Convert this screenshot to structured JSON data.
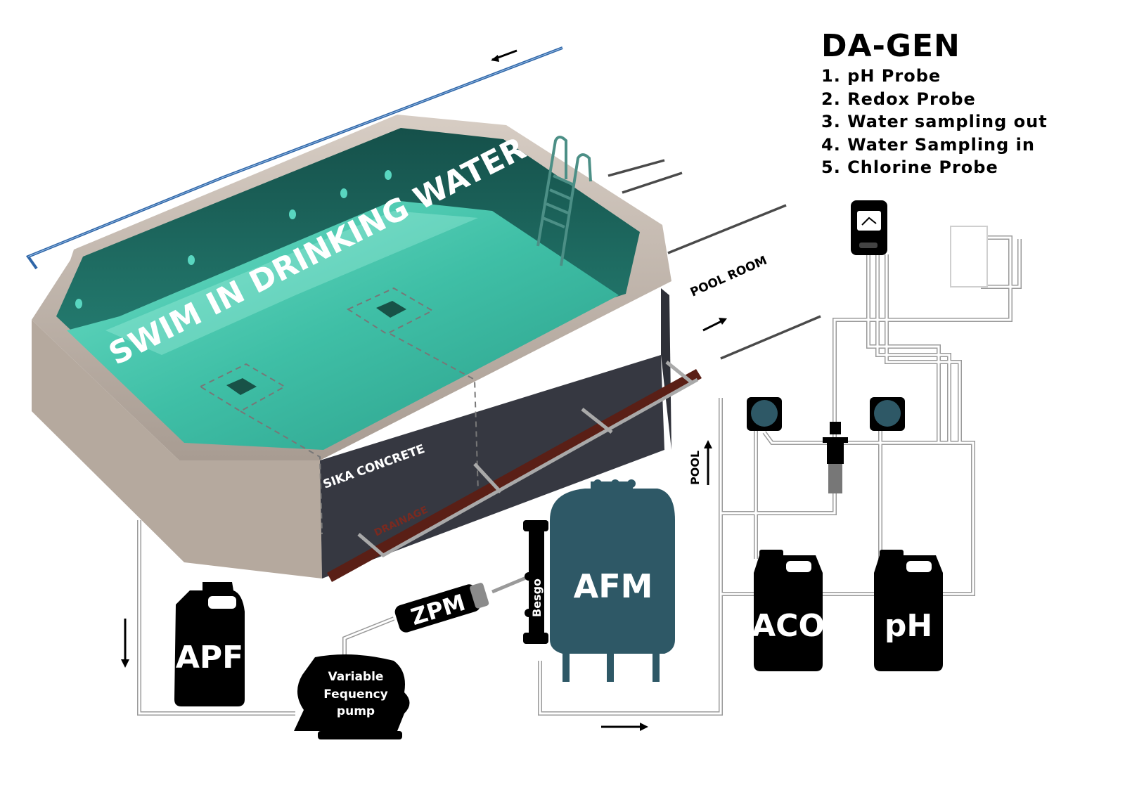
{
  "legend": {
    "title": "DA-GEN",
    "items": [
      "1. pH Probe",
      "2. Redox Probe",
      "3. Water sampling out",
      "4. Water Sampling in",
      "5. Chlorine Probe"
    ]
  },
  "labels": {
    "pool_slogan": "SWIM IN DRINKING WATER",
    "wall": "SIKA CONCRETE",
    "drainage": "DRAINAGE",
    "pool_room": "POOL ROOM",
    "pool": "POOL",
    "apf": "APF",
    "pump": [
      "Variable",
      "Fequency",
      "pump"
    ],
    "zpm": "ZPM",
    "besgo": "Besgo",
    "afm": "AFM",
    "aco": "ACO",
    "ph": "pH"
  },
  "colors": {
    "water": "#3fbfa6",
    "water_deep": "#1f6f64",
    "wall_outer": "#3b3d45",
    "rim": "#b9aea4",
    "tank": "#2e5866",
    "pipe_blue": "#2f66a8",
    "drainage": "#5a1f16"
  }
}
